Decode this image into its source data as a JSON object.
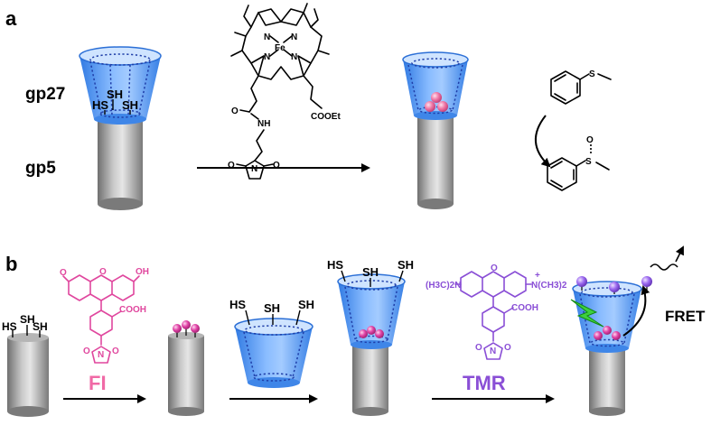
{
  "panel_a": {
    "letter": "a",
    "gp27_label": "gp27",
    "gp5_label": "gp5",
    "thiols": [
      "SH",
      "HS",
      "SH"
    ],
    "heme_metal": "Fe",
    "ester_label": "COOEt",
    "amide_label": "NH",
    "oxygen": "O",
    "nitrogen": "N",
    "sulfur": "S"
  },
  "panel_b": {
    "letter": "b",
    "fl_label": "FI",
    "tmr_label": "TMR",
    "fret_label": "FRET",
    "thiols": [
      "SH",
      "HS",
      "SH"
    ],
    "ring_thiols": [
      "HS",
      "SH",
      "SH"
    ],
    "cooh": "COOH",
    "tmr_left_amine": "(H3C)2N",
    "tmr_right_amine": "N(CH3)2",
    "plus": "+",
    "oxygen": "O",
    "nitrogen": "N",
    "hydroxyl": "OH"
  },
  "colors": {
    "ring_blue": "#3d8ef0",
    "pink": "#e0479e",
    "purple": "#8a4fd6",
    "cylinder_gray": "#9a9a9a"
  }
}
